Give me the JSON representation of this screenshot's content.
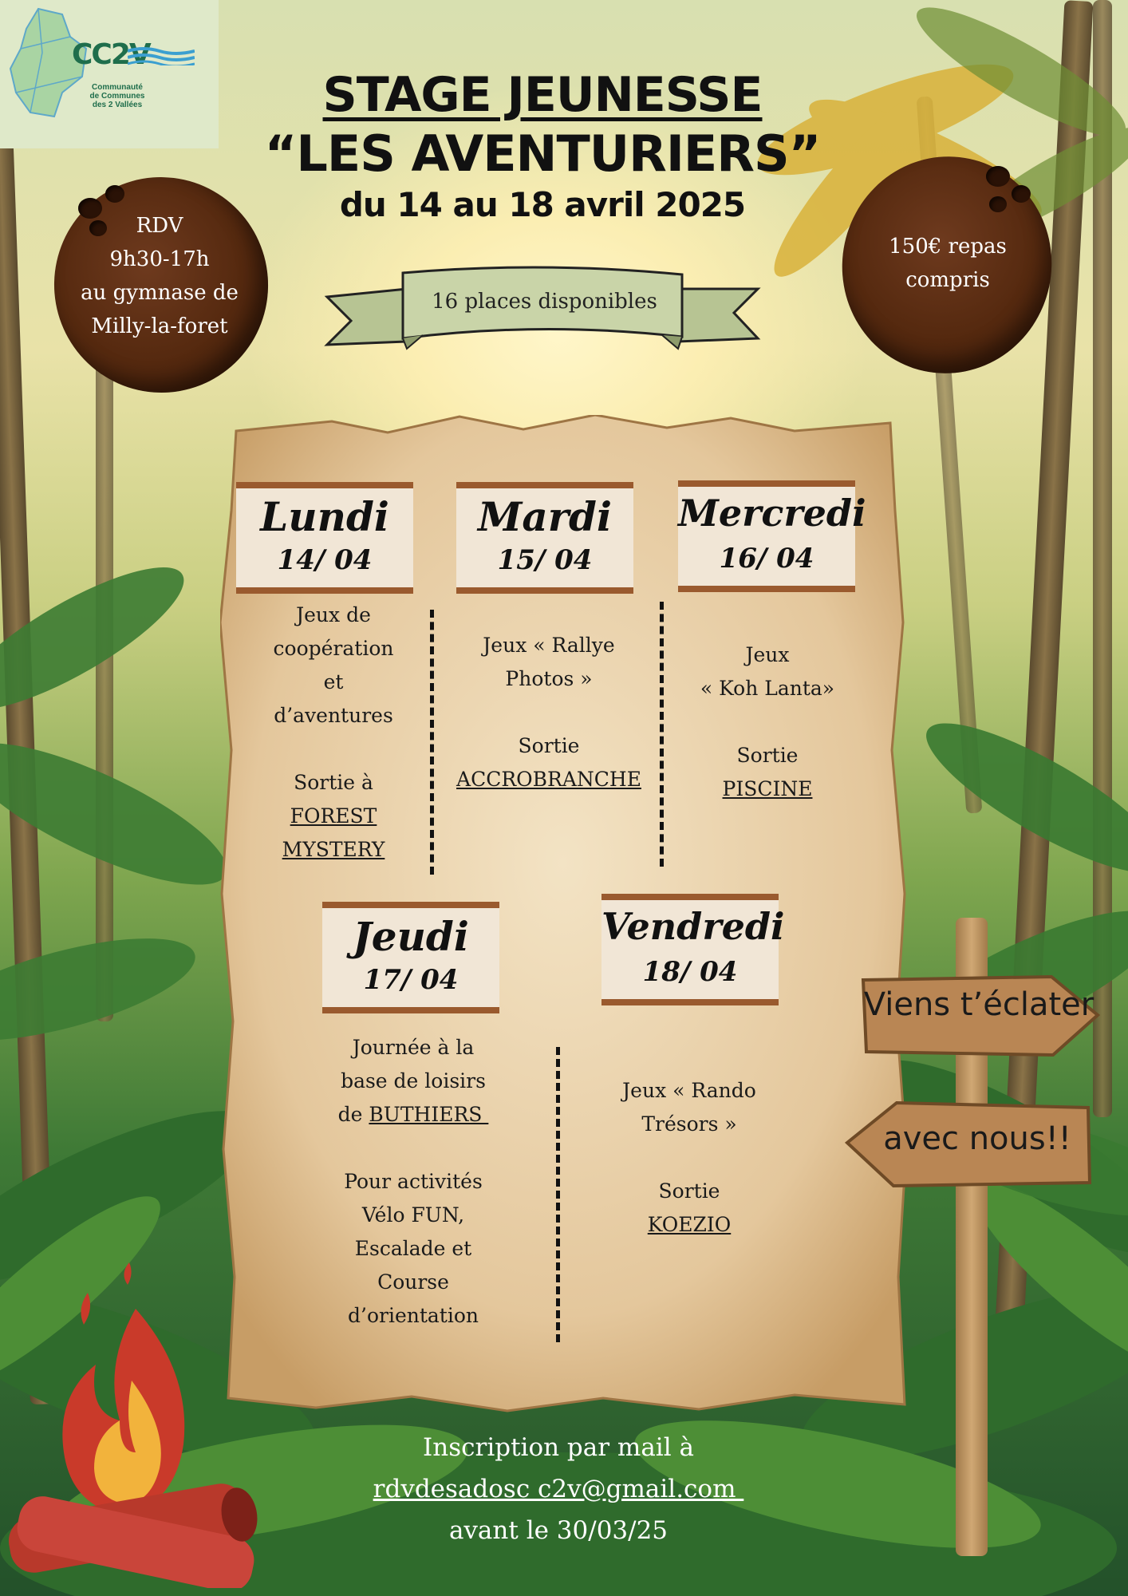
{
  "logo": {
    "mark": "CC2V",
    "caption_lines": [
      "Communauté",
      "de Communes",
      "des 2 Vallées"
    ]
  },
  "title": {
    "line1": "STAGE JEUNESSE",
    "line2": "“LES AVENTURIERS”",
    "line3": "du 14 au 18 avril 2025"
  },
  "rdv": {
    "lines": [
      "RDV",
      "9h30-17h",
      "au gymnase de",
      "Milly-la-foret"
    ]
  },
  "price": {
    "lines": [
      "150€ repas",
      "compris"
    ]
  },
  "banner": {
    "text": "16 places disponibles"
  },
  "days": [
    {
      "name": "Lundi",
      "date": "14/ 04",
      "lines": [
        "Jeux de",
        "coopération",
        "et",
        "d’aventures",
        "",
        "Sortie à"
      ],
      "underlined": [
        "FOREST",
        "MYSTERY"
      ]
    },
    {
      "name": "Mardi",
      "date": "15/ 04",
      "lines": [
        "Jeux « Rallye",
        "Photos »",
        "",
        "Sortie"
      ],
      "underlined": [
        "ACCROBRANCHE"
      ]
    },
    {
      "name": "Mercredi",
      "date": "16/ 04",
      "lines": [
        "Jeux",
        "«  Koh Lanta»",
        "",
        "Sortie"
      ],
      "underlined": [
        "PISCINE"
      ]
    },
    {
      "name": "Jeudi",
      "date": "17/ 04",
      "lines_before": [
        "Journée à la",
        "base de loisirs"
      ],
      "de": "de",
      "underlined": [
        "BUTHIERS "
      ],
      "lines_after": [
        "",
        "Pour activités",
        "Vélo FUN,",
        "Escalade et",
        "Course",
        "d’orientation"
      ]
    },
    {
      "name": "Vendredi",
      "date": "18/ 04",
      "lines": [
        "Jeux «  Rando",
        "Trésors »",
        "",
        "Sortie"
      ],
      "underlined": [
        "KOEZIO"
      ]
    }
  ],
  "sign": {
    "top": "Viens t’éclater",
    "bottom": "avec nous!!"
  },
  "footer": {
    "line1": "Inscription par mail à",
    "email": "rdvdesadosc c2v@gmail.com ",
    "line3": "avant le 30/03/25"
  },
  "colors": {
    "parchment": "#e9d2ad",
    "header_border": "#9a5a2e",
    "coconut": "#55290f",
    "banner": "#c9d4a8",
    "logo_green": "#1f6e4c"
  }
}
